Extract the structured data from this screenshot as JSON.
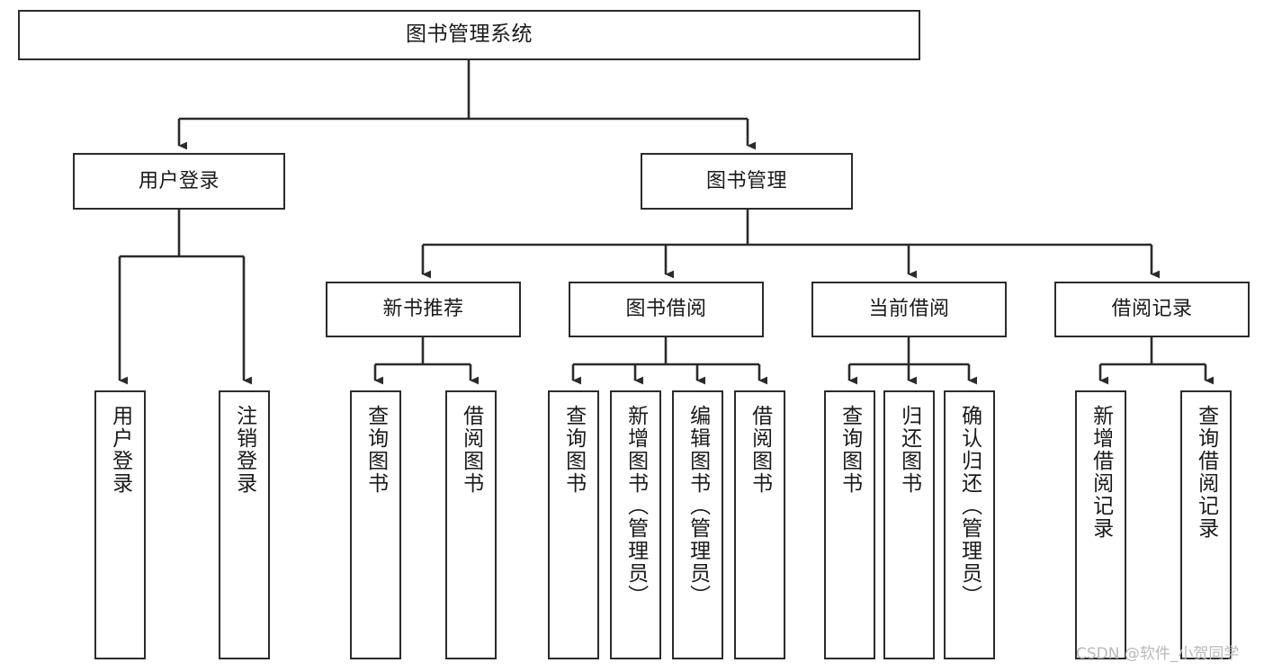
{
  "diagram": {
    "title": "图书管理系统",
    "type": "tree-hierarchy",
    "orientation": "top-down",
    "colors": {
      "box_border": "#2b2b2b",
      "box_fill": "#ffffff",
      "connector": "#2b2b2b",
      "text": "#1a1a1a",
      "watermark": "#b9b9b9",
      "background": "#ffffff"
    },
    "root": {
      "label": "图书管理系统"
    },
    "level2": [
      {
        "id": "user-login",
        "label": "用户登录"
      },
      {
        "id": "book-manage",
        "label": "图书管理"
      }
    ],
    "level3": [
      {
        "id": "new-book-recommend",
        "label": "新书推荐",
        "parent": "book-manage"
      },
      {
        "id": "book-borrow",
        "label": "图书借阅",
        "parent": "book-manage"
      },
      {
        "id": "current-borrow",
        "label": "当前借阅",
        "parent": "book-manage"
      },
      {
        "id": "borrow-record",
        "label": "借阅记录",
        "parent": "book-manage"
      }
    ],
    "leaves": {
      "user-login": [
        {
          "id": "leaf-user-login",
          "label": "用户登录"
        },
        {
          "id": "leaf-logout",
          "label": "注销登录"
        }
      ],
      "new-book-recommend": [
        {
          "id": "leaf-query-book-1",
          "label": "查询图书"
        },
        {
          "id": "leaf-borrow-book-1",
          "label": "借阅图书"
        }
      ],
      "book-borrow": [
        {
          "id": "leaf-query-book-2",
          "label": "查询图书"
        },
        {
          "id": "leaf-add-book",
          "label": "新增图书（管理员）"
        },
        {
          "id": "leaf-edit-book",
          "label": "编辑图书（管理员）"
        },
        {
          "id": "leaf-borrow-book-2",
          "label": "借阅图书"
        }
      ],
      "current-borrow": [
        {
          "id": "leaf-query-book-3",
          "label": "查询图书"
        },
        {
          "id": "leaf-return-book",
          "label": "归还图书"
        },
        {
          "id": "leaf-confirm-return",
          "label": "确认归还（管理员）"
        }
      ],
      "borrow-record": [
        {
          "id": "leaf-add-record",
          "label": "新增借阅记录"
        },
        {
          "id": "leaf-query-record",
          "label": "查询借阅记录"
        }
      ]
    }
  },
  "watermark": {
    "text": "CSDN @软件_小贺同学"
  }
}
